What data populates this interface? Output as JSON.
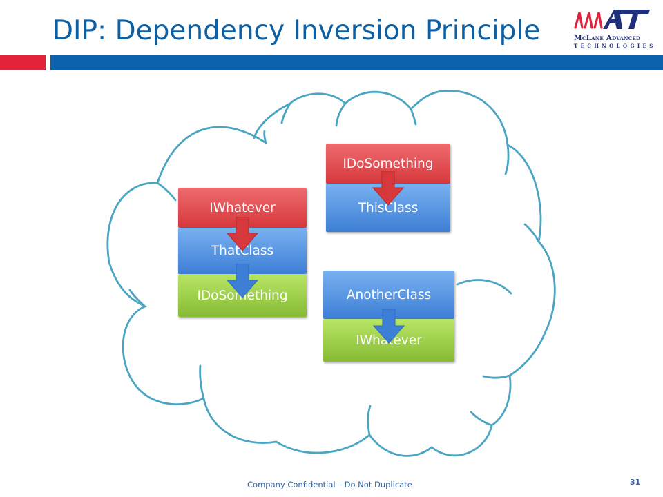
{
  "slide": {
    "title": "DIP: Dependency Inversion Principle",
    "footer": "Company Confidential – Do Not Duplicate",
    "page_number": "31"
  },
  "logo": {
    "icon": "mat-logo-icon",
    "line1": "McLane Advanced",
    "line2": "TECHNOLOGIES",
    "colors": {
      "mark_red": "#e1243b",
      "mark_blue": "#1f2f7a"
    }
  },
  "diagram": {
    "cloud_color": "#4aa5c3",
    "stack1": {
      "top": "IWhatever",
      "middle": "ThatClass",
      "bottom": "IDoSomething"
    },
    "stack2": {
      "top": "IDoSomething",
      "bottom": "ThisClass"
    },
    "stack3": {
      "top": "AnotherClass",
      "bottom": "IWhatever"
    },
    "colors": {
      "interface_red": "#d6383c",
      "class_blue": "#3d7fd6",
      "interface_green": "#86bb35"
    }
  }
}
